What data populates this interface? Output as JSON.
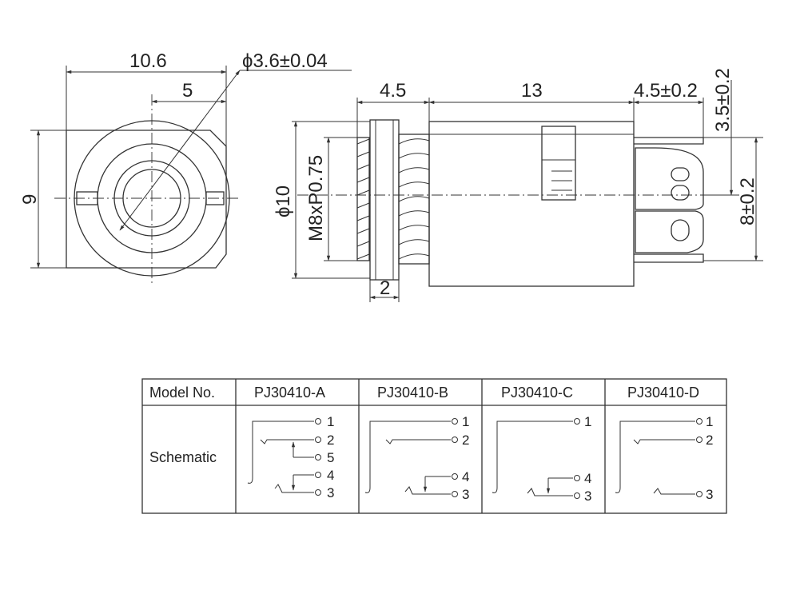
{
  "front_view": {
    "dim_width": "10.6",
    "dim_half": "5",
    "dim_hole": "ϕ3.6±0.04",
    "dim_height": "9"
  },
  "side_view": {
    "dim_flange": "4.5",
    "dim_body": "13",
    "dim_pins": "4.5±0.2",
    "dim_pin_gap": "3.5±0.2",
    "dim_pin_pitch": "8±0.2",
    "dim_diameter": "ϕ10",
    "dim_thread": "M8xP0.75",
    "dim_nut": "2"
  },
  "table": {
    "col0_header": "Model No.",
    "row_label": "Schematic",
    "models": [
      "PJ30410-A",
      "PJ30410-B",
      "PJ30410-C",
      "PJ30410-D"
    ],
    "pins": {
      "a": [
        "1",
        "2",
        "5",
        "4",
        "3"
      ],
      "b": [
        "1",
        "2",
        "4",
        "3"
      ],
      "c": [
        "1",
        "4",
        "3"
      ],
      "d": [
        "1",
        "2",
        "3"
      ]
    }
  }
}
